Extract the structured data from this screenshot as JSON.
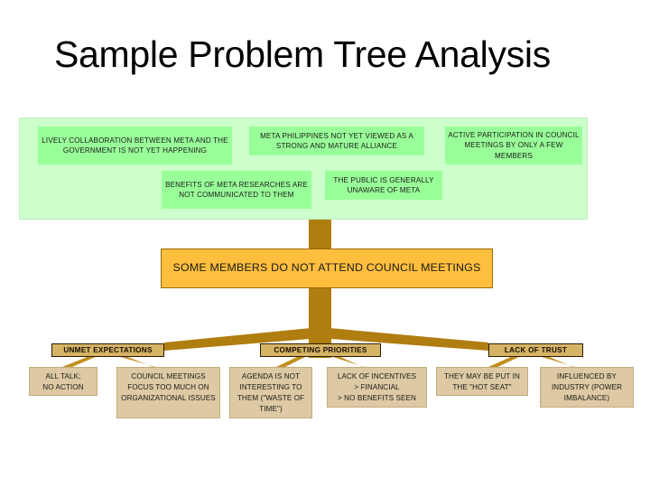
{
  "slide": {
    "title": "Sample Problem Tree Analysis",
    "colors": {
      "effects_panel_bg": "#ccffcc",
      "effect_box_bg": "#99ff99",
      "core_problem_bg": "#ffbe3d",
      "core_problem_border": "#9a6a06",
      "branch": "#b07d10",
      "category_header_bg": "#d6b465",
      "category_header_border": "#2b1d05",
      "cause_box_bg": "#ddc9a3",
      "text": "#1a1a1a",
      "background": "#ffffff"
    }
  },
  "effects": {
    "panel_label": "effects-panel",
    "boxes": [
      {
        "id": "effect-lively-collaboration",
        "text": "LIVELY COLLABORATION BETWEEN META AND THE GOVERNMENT IS NOT YET HAPPENING"
      },
      {
        "id": "effect-meta-philippines-alliance",
        "text": "META PHILIPPINES NOT YET VIEWED AS A STRONG AND MATURE ALLIANCE"
      },
      {
        "id": "effect-active-participation",
        "text": "ACTIVE PARTICIPATION IN COUNCIL MEETINGS BY ONLY A FEW MEMBERS"
      },
      {
        "id": "effect-benefits-not-communicated",
        "text": "BENEFITS OF META RESEARCHES ARE NOT COMMUNICATED TO THEM"
      },
      {
        "id": "effect-public-unaware",
        "text": "THE PUBLIC IS GENERALLY UNAWARE OF META"
      }
    ]
  },
  "core_problem": {
    "text": "SOME MEMBERS DO NOT ATTEND COUNCIL MEETINGS"
  },
  "categories": [
    {
      "id": "category-unmet-expectations",
      "label": "UNMET EXPECTATIONS",
      "causes": [
        {
          "id": "cause-all-talk-no-action",
          "text": "ALL TALK;\nNO ACTION"
        },
        {
          "id": "cause-council-meetings-organizational",
          "text": "COUNCIL MEETINGS FOCUS TOO MUCH ON ORGANIZATIONAL ISSUES"
        }
      ]
    },
    {
      "id": "category-competing-priorities",
      "label": "COMPETING PRIORITIES",
      "causes": [
        {
          "id": "cause-agenda-not-interesting",
          "text": "AGENDA IS NOT INTERESTING TO THEM (\"WASTE OF TIME\")"
        },
        {
          "id": "cause-lack-of-incentives",
          "text": "LACK OF INCENTIVES\n> FINANCIAL\n> NO BENEFITS SEEN"
        }
      ]
    },
    {
      "id": "category-lack-of-trust",
      "label": "LACK OF TRUST",
      "causes": [
        {
          "id": "cause-hot-seat",
          "text": "THEY MAY BE PUT IN THE \"HOT SEAT\""
        },
        {
          "id": "cause-influenced-by-industry",
          "text": "INFLUENCED BY INDUSTRY (POWER IMBALANCE)"
        }
      ]
    }
  ]
}
